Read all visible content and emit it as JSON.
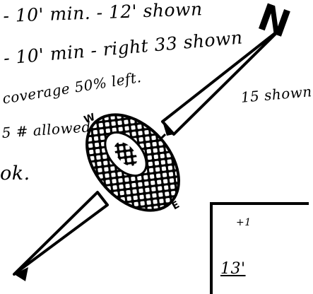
{
  "notes": {
    "line1": "- 10' min. - 12' shown",
    "line2": "- 10' min - right 33 shown",
    "line3": "coverage 50% left.",
    "line4": "5 # allowed",
    "line5": "ok.",
    "right_note": "15 shown"
  },
  "compass": {
    "north_label": "N",
    "west_label": "W",
    "east_label": "E"
  },
  "inset": {
    "line1": "+1",
    "line2": "",
    "line3": "13'"
  }
}
